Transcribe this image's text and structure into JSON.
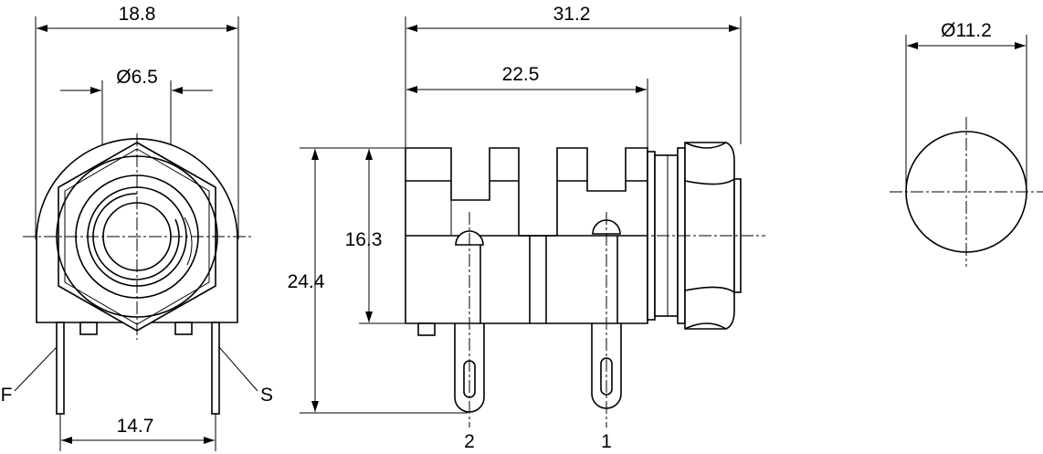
{
  "dimensions": {
    "front_width": "18.8",
    "front_bore": "Ø6.5",
    "front_pin_spacing": "14.7",
    "side_length": "31.2",
    "side_body_length": "22.5",
    "side_height": "24.4",
    "side_body_height": "16.3",
    "panel_hole": "Ø11.2"
  },
  "terminals": {
    "front_left": "F",
    "front_right": "S",
    "side_left": "2",
    "side_right": "1"
  }
}
